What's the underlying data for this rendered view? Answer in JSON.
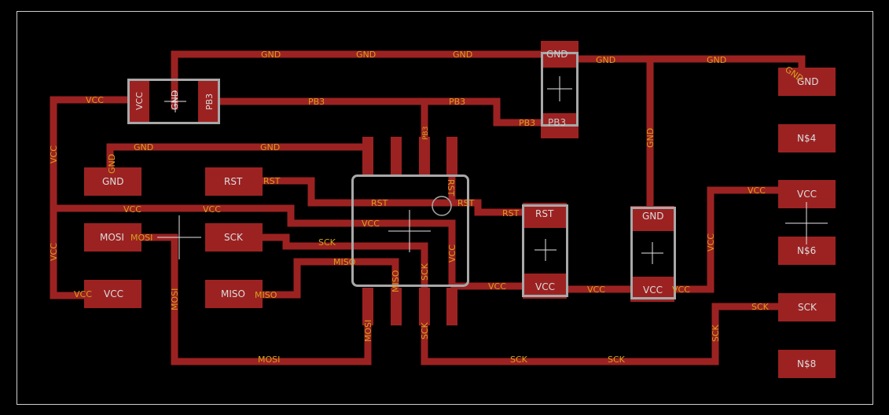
{
  "pad_labels": {
    "c_top_left_vcc": "VCC",
    "c_top_left_gnd": "GND",
    "c_top_left_pb3": "PB3",
    "c_top_mid_gnd": "GND",
    "c_top_mid_pb3": "PB3",
    "hdr_gnd": "GND",
    "hdr_rst": "RST",
    "hdr_mosi": "MOSI",
    "hdr_sck": "SCK",
    "hdr_vcc": "VCC",
    "hdr_miso": "MISO",
    "r_rst_top": "RST",
    "r_rst_bottom": "VCC",
    "c_right_gnd": "GND",
    "c_right_vcc": "VCC",
    "conn_gnd": "GND",
    "conn_n4": "N$4",
    "conn_vcc": "VCC",
    "conn_n6": "N$6",
    "conn_sck": "SCK",
    "conn_n8": "N$8"
  },
  "net_labels": {
    "gnd_top_1": "GND",
    "gnd_top_2": "GND",
    "gnd_top_3": "GND",
    "gnd_top_4": "GND",
    "gnd_top_5": "GND",
    "gnd_corner": "GND",
    "gnd_vert_right": "GND",
    "gnd_mid_1": "GND",
    "gnd_mid_2": "GND",
    "gnd_hdr": "GND",
    "vcc_left_1": "VCC",
    "vcc_left_vert_1": "VCC",
    "vcc_left_vert_2": "VCC",
    "vcc_mid_1": "VCC",
    "vcc_mid_2": "VCC",
    "vcc_ic": "VCC",
    "vcc_hdr": "VCC",
    "vcc_ic_pin": "VCC",
    "vcc_bottom_1": "VCC",
    "vcc_bottom_2": "VCC",
    "vcc_bottom_3": "VCC",
    "vcc_right_vert": "VCC",
    "vcc_conn": "VCC",
    "pb3_1": "PB3",
    "pb3_2": "PB3",
    "pb3_3": "PB3",
    "pb3_pin": "PB3",
    "rst_1": "RST",
    "rst_2": "RST",
    "rst_3": "RST",
    "rst_4": "RST",
    "rst_pin": "RST",
    "mosi_1": "MOSI",
    "mosi_vert": "MOSI",
    "mosi_bottom": "MOSI",
    "mosi_pin": "MOSI",
    "sck_1": "SCK",
    "sck_pin": "SCK",
    "sck_pin2": "SCK",
    "sck_bottom_1": "SCK",
    "sck_bottom_2": "SCK",
    "sck_vert": "SCK",
    "sck_conn": "SCK",
    "miso_1": "MISO",
    "miso_2": "MISO",
    "miso_pin": "MISO"
  },
  "colors": {
    "background": "#000000",
    "copper": "#9c2222",
    "net_label": "#d7a11c",
    "pad_label": "#dcdcdc",
    "silkscreen": "#a8a8a8"
  }
}
